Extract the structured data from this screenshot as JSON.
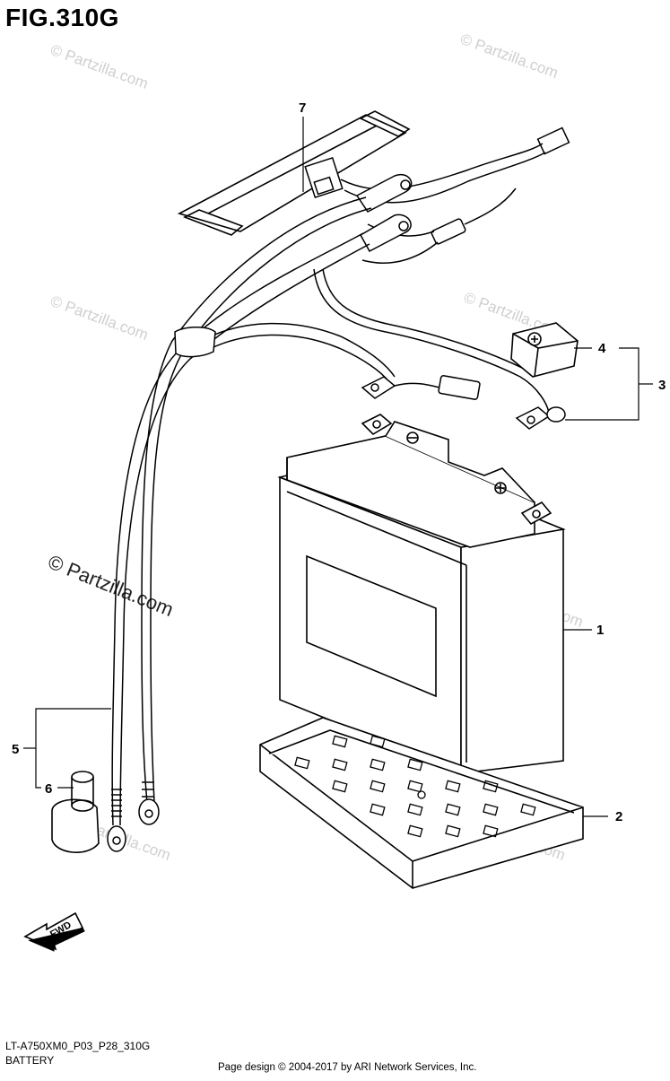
{
  "figure": {
    "title": "FIG.310G"
  },
  "callouts": [
    {
      "id": "1",
      "label": "1"
    },
    {
      "id": "2",
      "label": "2"
    },
    {
      "id": "3",
      "label": "3"
    },
    {
      "id": "4",
      "label": "4"
    },
    {
      "id": "5",
      "label": "5"
    },
    {
      "id": "6",
      "label": "6"
    },
    {
      "id": "7",
      "label": "7"
    }
  ],
  "fwd_arrow": {
    "label": "FWD"
  },
  "watermark": {
    "text": "© Partzilla.com"
  },
  "footer": {
    "diagram_code": "LT-A750XM0_P03_P28_310G",
    "section": "BATTERY",
    "credit": "Page design © 2004-2017 by ARI Network Services, Inc."
  }
}
